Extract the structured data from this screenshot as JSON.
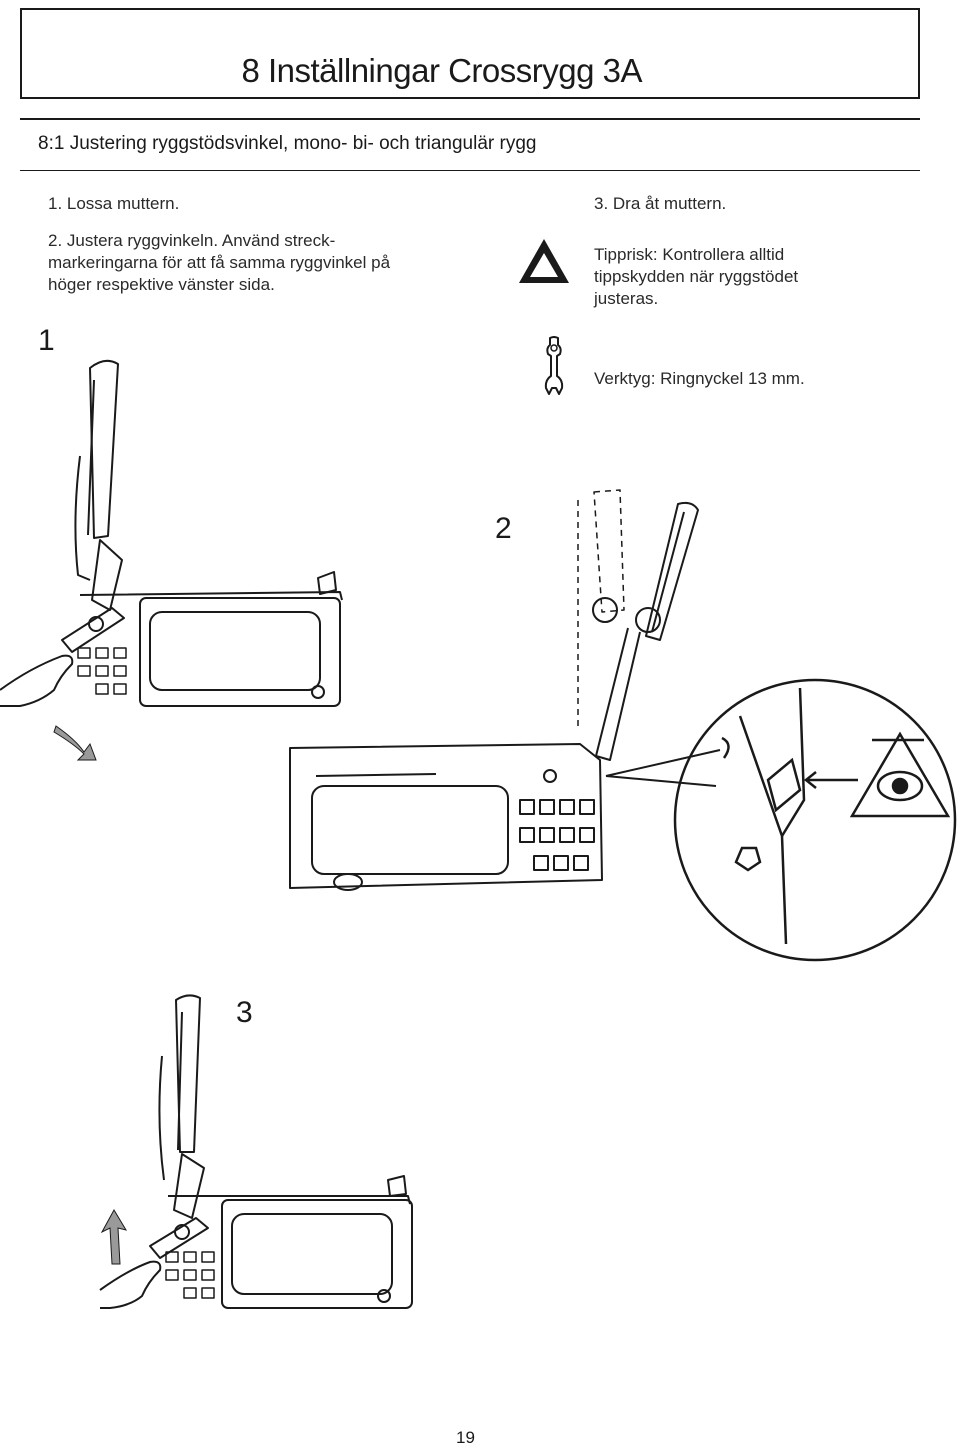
{
  "header": {
    "title": "8 Inställningar Crossrygg 3A"
  },
  "section": {
    "heading": "8:1 Justering ryggstödsvinkel, mono- bi- och triangulär rygg"
  },
  "steps": {
    "step1": "1. Lossa muttern.",
    "step2": "2. Justera ryggvinkeln. Använd streck-markeringarna för att få samma ryggvinkel på höger respektive vänster sida.",
    "step3": "3. Dra åt muttern."
  },
  "warning": {
    "icon": "warning-triangle-icon",
    "text": "Tipprisk: Kontrollera alltid tippskydden när ryggstödet justeras."
  },
  "tool": {
    "icon": "wrench-icon",
    "text": "Verktyg: Ringnyckel 13 mm."
  },
  "figures": {
    "fig1_label": "1",
    "fig2_label": "2",
    "fig3_label": "3"
  },
  "footer": {
    "page_number": "19"
  }
}
